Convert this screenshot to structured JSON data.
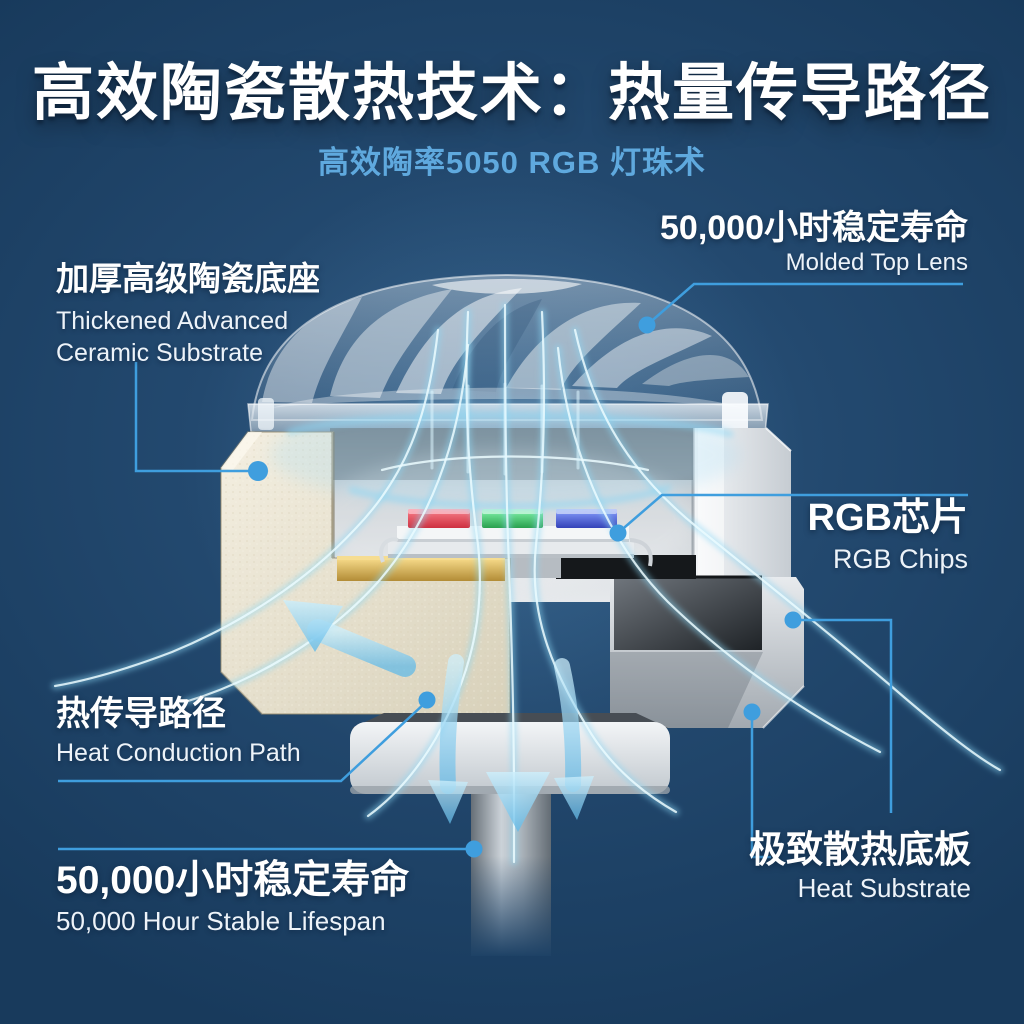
{
  "page": {
    "title": "高效陶瓷散热技术：热量传导路径",
    "subtitle": "高效陶率5050 RGB 灯珠术"
  },
  "callouts": {
    "molded_top_lens": {
      "zh": "50,000小时稳定寿命",
      "en": "Molded Top Lens"
    },
    "ceramic_substrate": {
      "zh": "加厚高级陶瓷底座",
      "en_line1": "Thickened Advanced",
      "en_line2": "Ceramic Substrate"
    },
    "rgb_chips": {
      "zh": "RGB芯片",
      "en": "RGB Chips"
    },
    "heat_conduction_path": {
      "zh": "热传导路径",
      "en": "Heat Conduction Path"
    },
    "stable_lifespan": {
      "zh": "50,000小时稳定寿命",
      "en": "50,000 Hour Stable Lifespan"
    },
    "heat_substrate": {
      "zh": "极致散热底板",
      "en": "Heat Substrate"
    }
  },
  "colors": {
    "background": "#1e4266",
    "accent_callout_blue": "#3f9ede",
    "subtitle_blue": "#5fa9de",
    "text_white": "#ffffff",
    "chip_red": "#e4495a",
    "chip_green": "#44c468",
    "chip_blue": "#4a5fd6",
    "ceramic_beige": "#ece6d4",
    "gold_pad": "#d4ab55",
    "heat_flow_cyan": "#bfe9fb"
  },
  "illustration_parts": [
    "dome-lens",
    "ceramic-block",
    "rgb-chip-red",
    "rgb-chip-green",
    "rgb-chip-blue",
    "gold-pad",
    "heat-substrate-panel",
    "mount-collar",
    "stem",
    "heat-flow-streams",
    "heat-flow-arrows"
  ]
}
